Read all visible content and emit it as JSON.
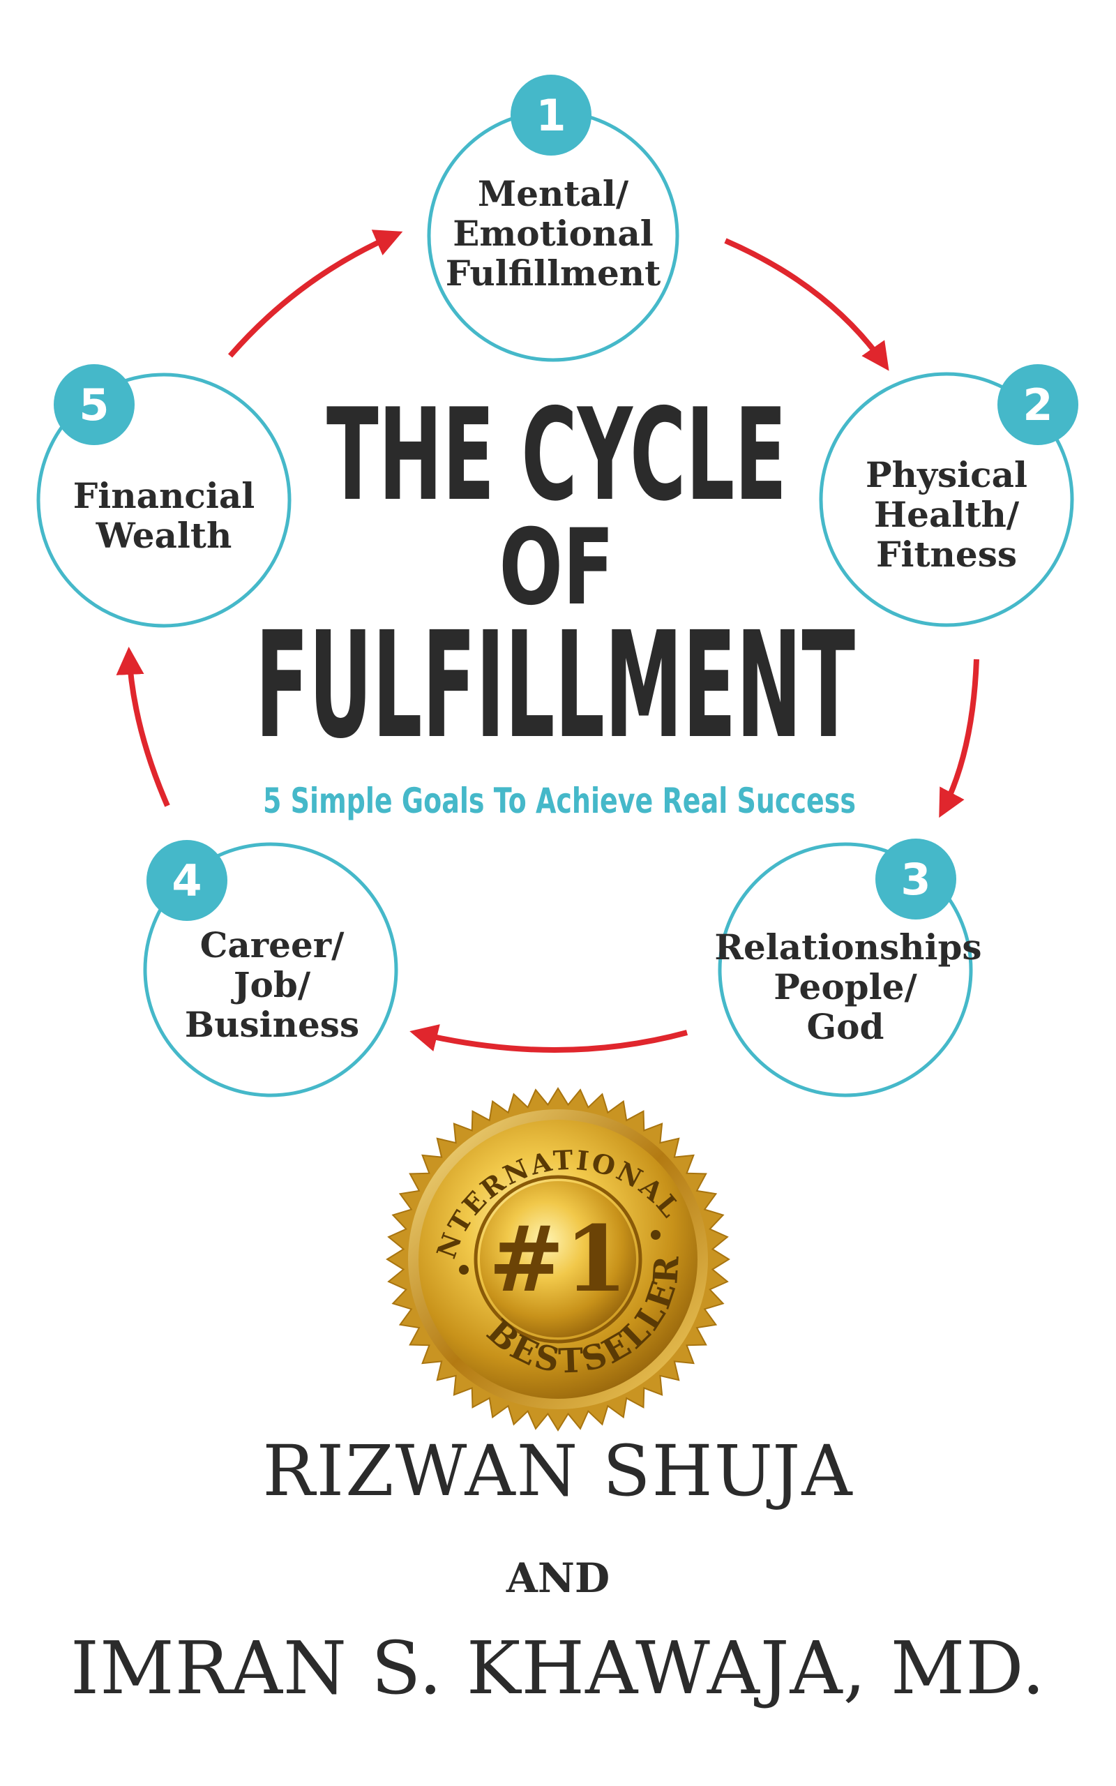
{
  "colors": {
    "teal": "#45b8c9",
    "arrow_red": "#e0262d",
    "text_dark": "#2b2b2b",
    "gold": "#d4a017"
  },
  "title": {
    "line1": "THE CYCLE",
    "line2": "OF",
    "line3": "FULFILLMENT",
    "subtitle": "5 Simple Goals To Achieve Real Success"
  },
  "nodes": [
    {
      "number": "1",
      "lines": [
        "Mental/",
        "Emotional",
        "Fulfillment"
      ]
    },
    {
      "number": "2",
      "lines": [
        "Physical",
        "Health/",
        "Fitness"
      ]
    },
    {
      "number": "3",
      "lines": [
        "Relationships",
        "People/",
        "God"
      ]
    },
    {
      "number": "4",
      "lines": [
        "Career/",
        "Job/",
        "Business"
      ]
    },
    {
      "number": "5",
      "lines": [
        "Financial",
        "Wealth"
      ]
    }
  ],
  "seal": {
    "top_text": "INTERNATIONAL",
    "center_text": "#1",
    "bottom_text": "BESTSELLER",
    "icon": "gold-seal-icon"
  },
  "authors": {
    "author1": "RIZWAN SHUJA",
    "conjunction": "AND",
    "author2": "IMRAN S. KHAWAJA, MD."
  }
}
